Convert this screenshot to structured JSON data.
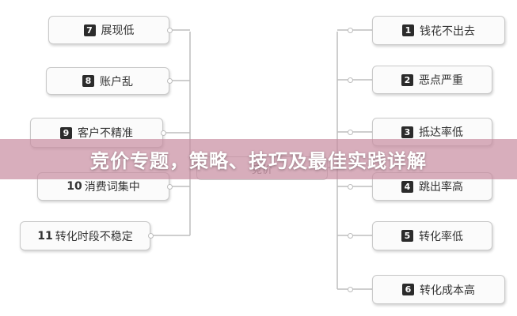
{
  "banner": {
    "title": "竞价专题，策略、技巧及最佳实践详解"
  },
  "center_topic": {
    "label": "竞价"
  },
  "left_nodes": [
    {
      "badge": "7",
      "label": "展现低"
    },
    {
      "badge": "8",
      "label": "账户乱"
    },
    {
      "badge": "9",
      "label": "客户不精准"
    },
    {
      "badge": "10",
      "label": "消费词集中"
    },
    {
      "badge": "11",
      "label": "转化时段不稳定"
    }
  ],
  "right_nodes": [
    {
      "badge": "1",
      "label": "钱花不出去"
    },
    {
      "badge": "2",
      "label": "恶点严重"
    },
    {
      "badge": "3",
      "label": "抵达率低"
    },
    {
      "badge": "4",
      "label": "跳出率高"
    },
    {
      "badge": "5",
      "label": "转化率低"
    },
    {
      "badge": "6",
      "label": "转化成本高"
    }
  ],
  "colors": {
    "connector": "#bdbdbd",
    "badge_bg": "#2b2b2b",
    "banner_overlay": "#c88ca0"
  }
}
